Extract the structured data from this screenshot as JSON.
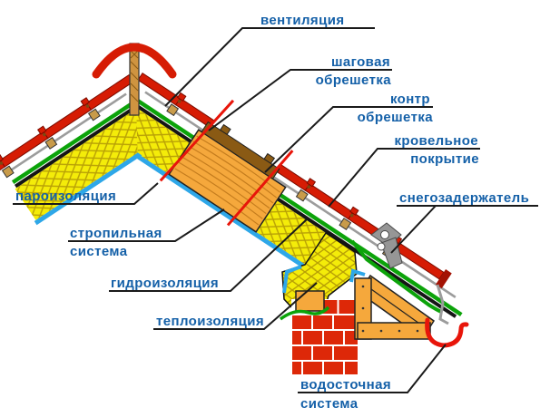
{
  "diagram": {
    "type": "roof-construction-cross-section",
    "labels": {
      "ventilation": "вентиляция",
      "step_lathing": [
        "шаговая",
        "обрешетка"
      ],
      "counter_lathing": [
        "контр",
        "обрешетка"
      ],
      "roof_covering": [
        "кровельное",
        "покрытие"
      ],
      "snow_guard": "снегозадержатель",
      "vapor_barrier": "пароизоляция",
      "rafter_system": [
        "стропильная",
        "система"
      ],
      "waterproofing": "гидроизоляция",
      "thermal_insulation": "теплоизоляция",
      "drainage_system": [
        "водосточная",
        "система"
      ]
    },
    "colors": {
      "label_text": "#1460a8",
      "leader_line": "#1a1a1a",
      "tile_red": "#d61c04",
      "brick_red": "#dd2808",
      "insulation_yellow": "#f4ec09",
      "insulation_hatch": "#b9a106",
      "wood_orange": "#f5a83c",
      "wood_dark_batten": "#8a5a14",
      "membrane_green": "#0ca30a",
      "vapor_barrier_blue": "#2ea7e8",
      "air_gap_line_gray": "#9c9c9c",
      "metal_gray": "#969696",
      "section_cut_red": "#e8150a"
    }
  }
}
